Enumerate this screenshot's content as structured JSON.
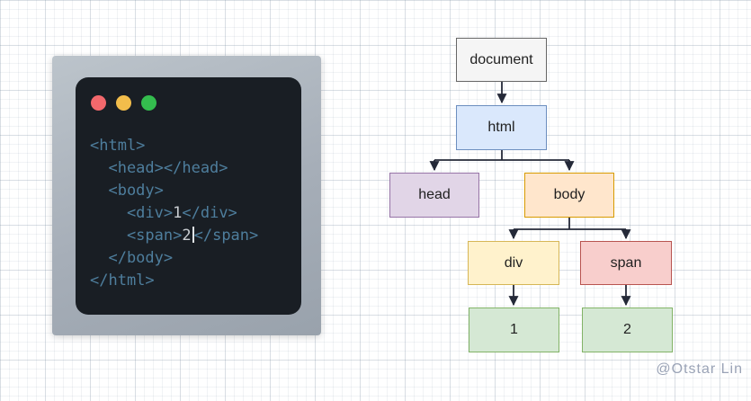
{
  "editor": {
    "window_controls": [
      "close",
      "minimize",
      "zoom"
    ],
    "code_lines": [
      {
        "pre": "<html>",
        "num": "",
        "post": ""
      },
      {
        "pre": "  <head></head>",
        "num": "",
        "post": ""
      },
      {
        "pre": "  <body>",
        "num": "",
        "post": ""
      },
      {
        "pre": "    <div>",
        "num": "1",
        "post": "</div>"
      },
      {
        "pre": "    <span>",
        "num": "2",
        "post": "</span>"
      },
      {
        "pre": "  </body>",
        "num": "",
        "post": ""
      },
      {
        "pre": "</html>",
        "num": "",
        "post": ""
      }
    ],
    "colors": {
      "window_bg": "#191e24",
      "frame": "#a6aeb8",
      "tag_text": "#4e7e9d",
      "value_text": "#c9cdd1",
      "dot_red": "#f2686c",
      "dot_yellow": "#f2bd4b",
      "dot_green": "#34bd4e"
    }
  },
  "diagram": {
    "nodes": [
      {
        "id": "document",
        "label": "document",
        "fill": "#f5f5f5",
        "border": "#666666"
      },
      {
        "id": "html",
        "label": "html",
        "fill": "#dae8fc",
        "border": "#6c8ebf"
      },
      {
        "id": "head",
        "label": "head",
        "fill": "#e1d5e7",
        "border": "#9673a6"
      },
      {
        "id": "body",
        "label": "body",
        "fill": "#ffe6cc",
        "border": "#d79b00"
      },
      {
        "id": "div",
        "label": "div",
        "fill": "#fff2cc",
        "border": "#d6b656"
      },
      {
        "id": "span",
        "label": "span",
        "fill": "#f8cecc",
        "border": "#b85450"
      },
      {
        "id": "one",
        "label": "1",
        "fill": "#d5e8d4",
        "border": "#82b366"
      },
      {
        "id": "two",
        "label": "2",
        "fill": "#d5e8d4",
        "border": "#82b366"
      }
    ],
    "edges": [
      {
        "from": "document",
        "to": "html"
      },
      {
        "from": "html",
        "to": "head"
      },
      {
        "from": "html",
        "to": "body"
      },
      {
        "from": "body",
        "to": "div"
      },
      {
        "from": "body",
        "to": "span"
      },
      {
        "from": "div",
        "to": "one"
      },
      {
        "from": "span",
        "to": "two"
      }
    ],
    "edge_color": "#242938"
  },
  "watermark": {
    "text": "@Otstar Lin",
    "color": "#9aa3b6"
  }
}
